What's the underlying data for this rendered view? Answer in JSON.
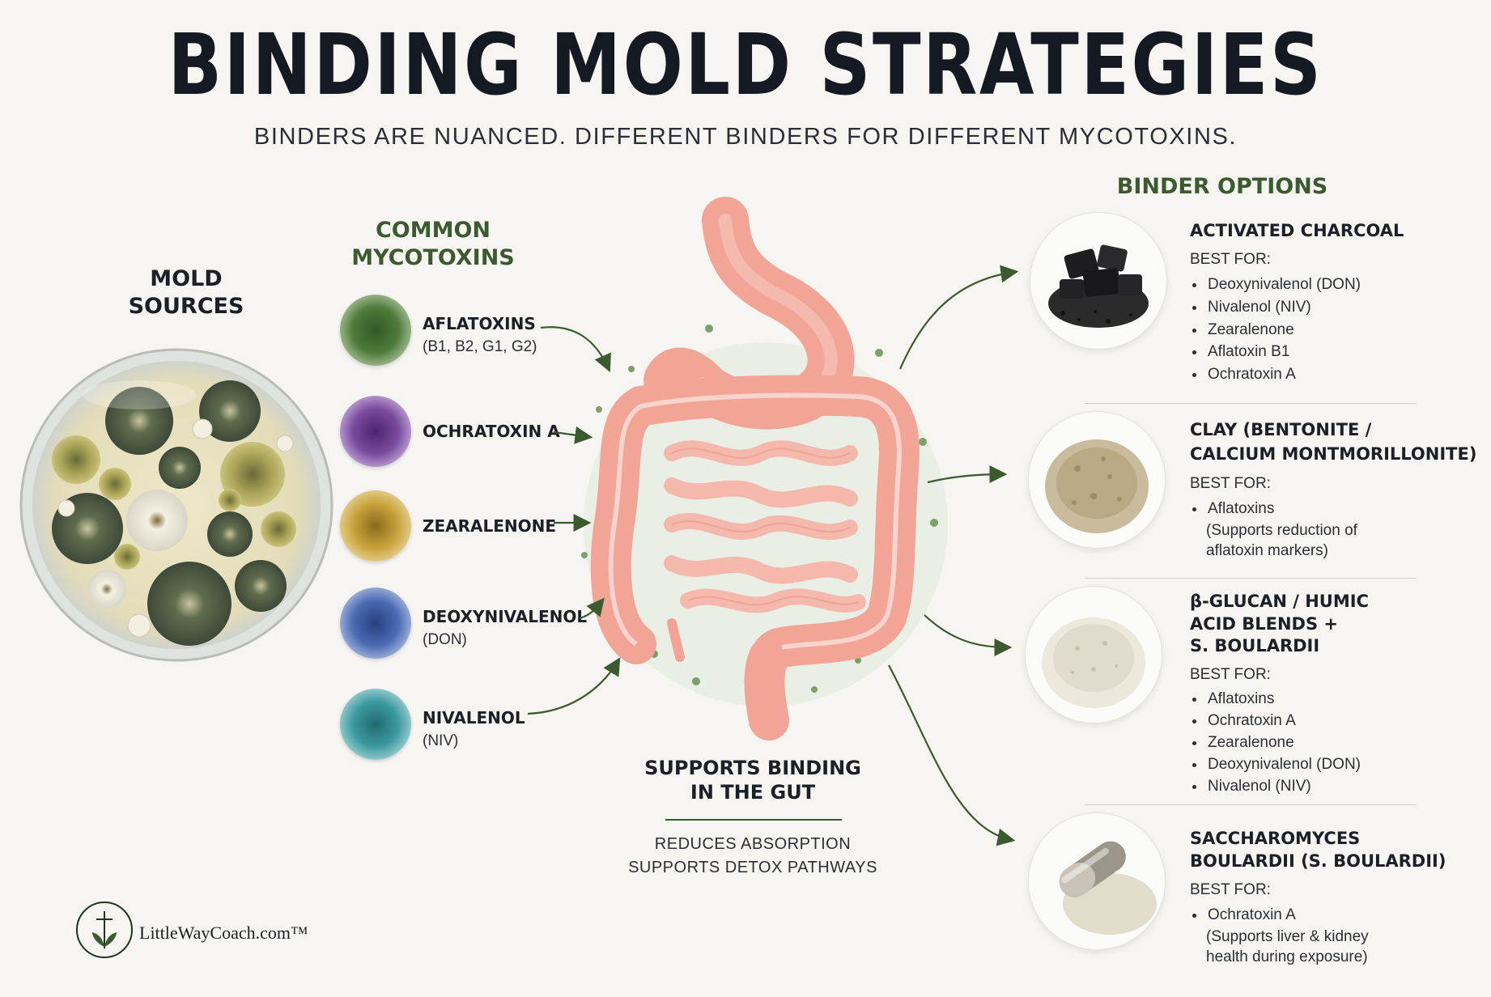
{
  "title": "BINDING MOLD STRATEGIES",
  "subtitle": "BINDERS ARE NUANCED. DIFFERENT BINDERS FOR DIFFERENT MYCOTOXINS.",
  "mold_sources": {
    "line1": "MOLD",
    "line2": "SOURCES"
  },
  "mycotoxins": {
    "heading_line1": "COMMON",
    "heading_line2": "MYCOTOXINS",
    "items": [
      {
        "name": "AFLATOXINS",
        "sub": "(B1, B2, G1, G2)",
        "color": "#4f7a3a"
      },
      {
        "name": "OCHRATOXIN A",
        "sub": "",
        "color": "#7a4a9e"
      },
      {
        "name": "ZEARALENONE",
        "sub": "",
        "color": "#c9a33b"
      },
      {
        "name": "DEOXYNIVALENOL",
        "sub": "(DON)",
        "color": "#4a6ab3"
      },
      {
        "name": "NIVALENOL",
        "sub": "(NIV)",
        "color": "#3c9aa0"
      }
    ]
  },
  "gut": {
    "caption_line1": "SUPPORTS BINDING",
    "caption_line2": "IN THE GUT",
    "sub_line1": "REDUCES ABSORPTION",
    "sub_line2": "SUPPORTS DETOX PATHWAYS"
  },
  "binders": {
    "heading": "BINDER OPTIONS",
    "best_for_label": "BEST FOR:",
    "items": [
      {
        "name_line1": "ACTIVATED CHARCOAL",
        "name_line2": "",
        "name_line3": "",
        "best_for": [
          "Deoxynivalenol (DON)",
          "Nivalenol (NIV)",
          "Zearalenone",
          "Aflatoxin B1",
          "Ochratoxin A"
        ],
        "note": ""
      },
      {
        "name_line1": "CLAY (BENTONITE /",
        "name_line2": "CALCIUM MONTMORILLONITE)",
        "name_line3": "",
        "best_for": [
          "Aflatoxins"
        ],
        "note": "(Supports reduction of aflatoxin markers)"
      },
      {
        "name_line1": "β-GLUCAN / HUMIC",
        "name_line2": "ACID BLENDS +",
        "name_line3": "S. BOULARDII",
        "best_for": [
          "Aflatoxins",
          "Ochratoxin A",
          "Zearalenone",
          "Deoxynivalenol (DON)",
          "Nivalenol (NIV)"
        ],
        "note": ""
      },
      {
        "name_line1": "SACCHAROMYCES",
        "name_line2": "BOULARDII (S. BOULARDII)",
        "name_line3": "",
        "best_for": [
          "Ochratoxin A"
        ],
        "note": "(Supports liver & kidney health during exposure)"
      }
    ]
  },
  "brand": "LittleWayCoach.com™",
  "colors": {
    "accent_green": "#3c5a30",
    "gut_pink": "#f2a596",
    "title": "#151a22"
  }
}
